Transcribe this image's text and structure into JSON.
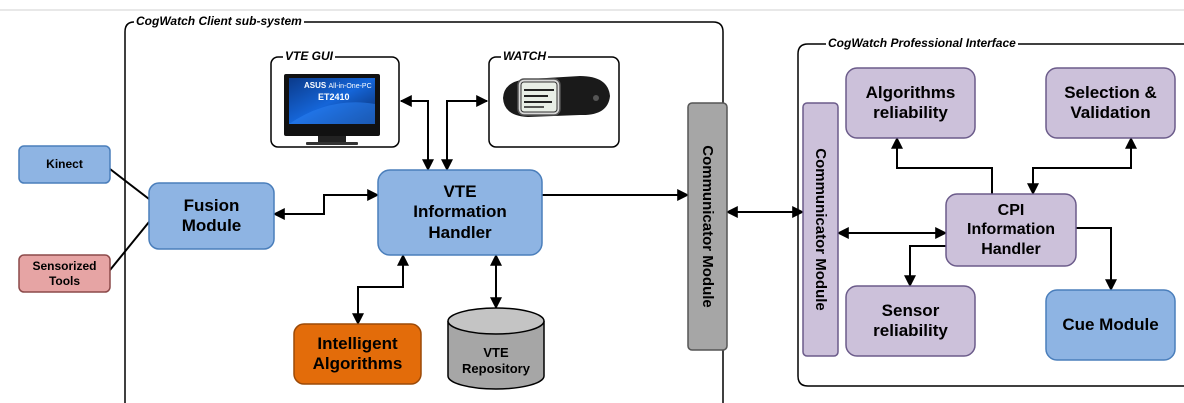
{
  "client_subsystem": {
    "title": "CogWatch Client sub-system",
    "vte_gui": {
      "title": "VTE GUI",
      "device_brand": "ASUS",
      "device_tagline": "All-in-One-PC",
      "device_model": "ET2410"
    },
    "watch": {
      "title": "WATCH"
    },
    "fusion_module": "Fusion\nModule",
    "vte_information_handler": "VTE\nInformation\nHandler",
    "intelligent_algorithms": "Intelligent\nAlgorithms",
    "vte_repository": "VTE\nRepository",
    "communicator_module": "Communicator Module"
  },
  "inputs": {
    "kinect": "Kinect",
    "sensorized_tools": "Sensorized\nTools"
  },
  "professional_interface": {
    "title": "CogWatch Professional Interface",
    "communicator_module": "Communicator Module",
    "algorithms_reliability": "Algorithms\nreliability",
    "selection_validation": "Selection &\nValidation",
    "cpi_information_handler": "CPI\nInformation\nHandler",
    "sensor_reliability": "Sensor\nreliability",
    "cue_module": "Cue Module"
  },
  "colors": {
    "blue_box": "#8eb4e3",
    "blue_border": "#4a7ebb",
    "red_box": "#e6a4a4",
    "orange_box": "#e36c0a",
    "gray_box": "#a6a6a6",
    "lavender_box": "#ccc1da",
    "line": "#000000"
  }
}
